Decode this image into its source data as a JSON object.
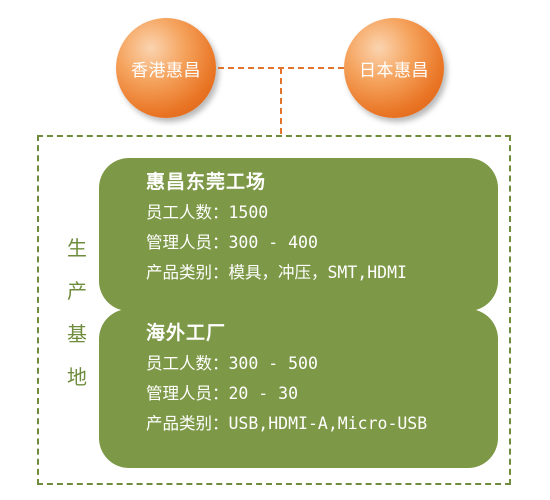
{
  "top": {
    "left_circle": "香港惠昌",
    "right_circle": "日本惠昌"
  },
  "side_label": [
    "生",
    "产",
    "基",
    "地"
  ],
  "factories": [
    {
      "title": "惠昌东莞工场",
      "lines": [
        "员工人数：1500",
        "管理人员：300 - 400",
        "产品类别：模具，冲压，SMT,HDMI"
      ]
    },
    {
      "title": "海外工厂",
      "lines": [
        "员工人数：300 - 500",
        "管理人员：20 - 30",
        "产品类别：USB,HDMI-A,Micro-USB"
      ]
    }
  ],
  "colors": {
    "circle_orange": "#e97424",
    "connector_orange": "#e1742a",
    "card_green": "#7d9846",
    "frame_green": "#6f8c3c"
  }
}
